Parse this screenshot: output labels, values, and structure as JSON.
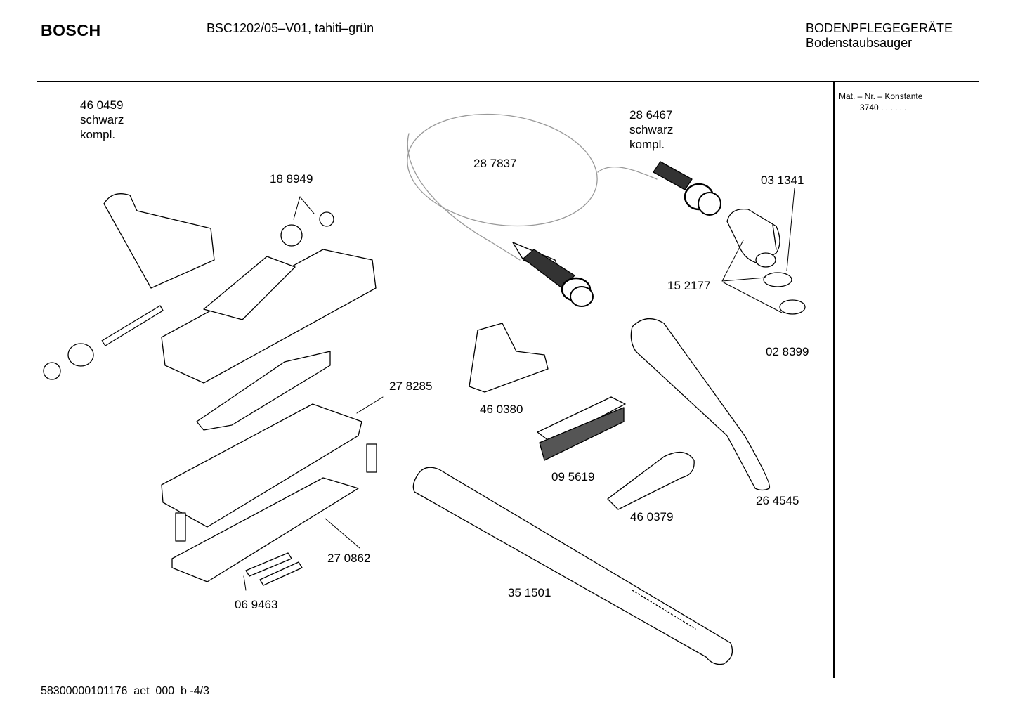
{
  "header": {
    "brand": "BOSCH",
    "model": "BSC1202/05–V01, tahiti–grün",
    "category_line1": "BODENPFLEGEGERÄTE",
    "category_line2": "Bodenstaubsauger"
  },
  "sidebar": {
    "mat_label": "Mat. – Nr. – Konstante",
    "mat_value": "3740  .  .    .  .  .  ."
  },
  "footer": {
    "doc_id": "58300000101176_aet_000_b -4/3"
  },
  "parts": [
    {
      "number": "46 0459",
      "note1": "schwarz",
      "note2": "kompl."
    },
    {
      "number": "18 8949"
    },
    {
      "number": "28 7837"
    },
    {
      "number": "28 6467",
      "note1": "schwarz",
      "note2": "kompl."
    },
    {
      "number": "03 1341"
    },
    {
      "number": "15 2177"
    },
    {
      "number": "02 8399"
    },
    {
      "number": "27 8285"
    },
    {
      "number": "46 0380"
    },
    {
      "number": "09 5619"
    },
    {
      "number": "46 0379"
    },
    {
      "number": "26 4545"
    },
    {
      "number": "27 0862"
    },
    {
      "number": "35 1501"
    },
    {
      "number": "06 9463"
    }
  ]
}
